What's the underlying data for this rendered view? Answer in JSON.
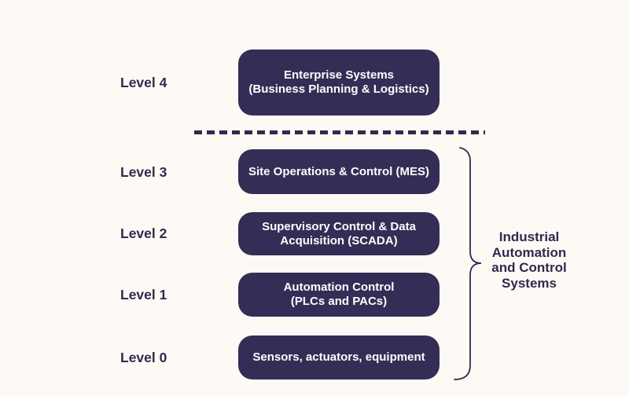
{
  "diagram": {
    "background_color": "#fdfaf5",
    "box_fill_color": "#342e56",
    "box_text_color": "#fdfdfd",
    "dark_text_color": "#2f2a4e",
    "levels": [
      {
        "label": "Level 4",
        "box_text": "Enterprise Systems\n(Business Planning & Logistics)"
      },
      {
        "label": "Level 3",
        "box_text": "Site Operations & Control (MES)"
      },
      {
        "label": "Level 2",
        "box_text": "Supervisory Control & Data\nAcquisition (SCADA)"
      },
      {
        "label": "Level 1",
        "box_text": "Automation Control\n(PLCs and PACs)"
      },
      {
        "label": "Level 0",
        "box_text": "Sensors, actuators, equipment"
      }
    ],
    "group_label": "Industrial\nAutomation\nand Control\nSystems"
  }
}
